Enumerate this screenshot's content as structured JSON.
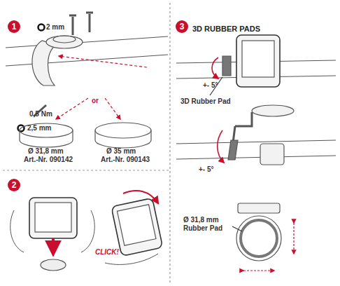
{
  "diagram": {
    "nodes": [
      {
        "text": [
          "1"
        ]
      },
      {
        "text": [
          "2"
        ]
      },
      {
        "text": [
          "3",
          "3D RUBBER PADS"
        ]
      }
    ],
    "labels": [
      "2 mm",
      "0,5 Nm",
      "2,5 mm",
      "or",
      "Ø 31,8 mm",
      "Art.-Nr. 090142",
      "Ø 35 mm",
      "Art.-Nr. 090143",
      "CLICK!",
      "+- 5°",
      "3D Rubber Pad",
      "+- 5°",
      "Ø 31,8 mm Rubber Pad"
    ]
  }
}
